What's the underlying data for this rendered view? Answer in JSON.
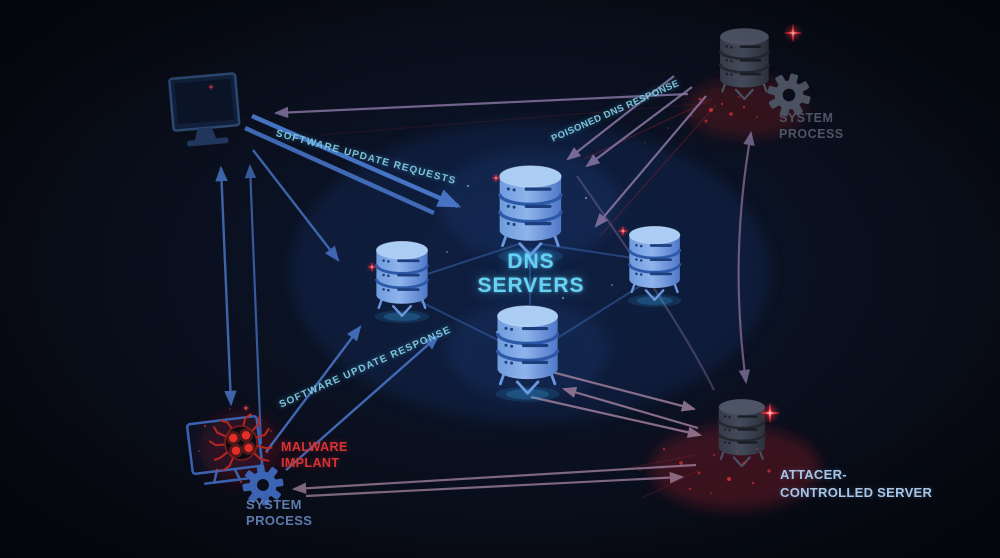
{
  "nodes": {
    "dns": {
      "label": "DNS SERVERS"
    },
    "poisoning_server_process": {
      "label": "SYSTEM PROCESS"
    },
    "attacker_server": {
      "label": "ATTACER-CONTROLLED SERVER"
    },
    "malware_implant": {
      "label": "MALWARE IMPLANT"
    },
    "client_system_process": {
      "label": "SYSTEM PROCESS"
    }
  },
  "edges": {
    "software_update_requests": {
      "label": "SOFTWARE UPDATE REQUESTS"
    },
    "poisoned_dns_response": {
      "label": "POISONED DNS RESPONSE"
    },
    "software_update_response": {
      "label": "SOFTWARE UPDATE RESPONSE"
    }
  },
  "colors": {
    "background": "#070a12",
    "request_arrow": "#4a78cc",
    "response_arrow": "#8b78a6",
    "attacker_arrow": "#9d7d9a",
    "edge_label": "#7cc2da",
    "dns_label": "#66d2f4",
    "malware_label": "#d83434",
    "system_process_label": "#6684b8",
    "system_process_dark_label": "#4d5464",
    "attacker_label": "#a8c5e6",
    "alert_red": "#e8302e",
    "server_blue": "#6f9cdd",
    "server_dark": "#434a5a"
  }
}
